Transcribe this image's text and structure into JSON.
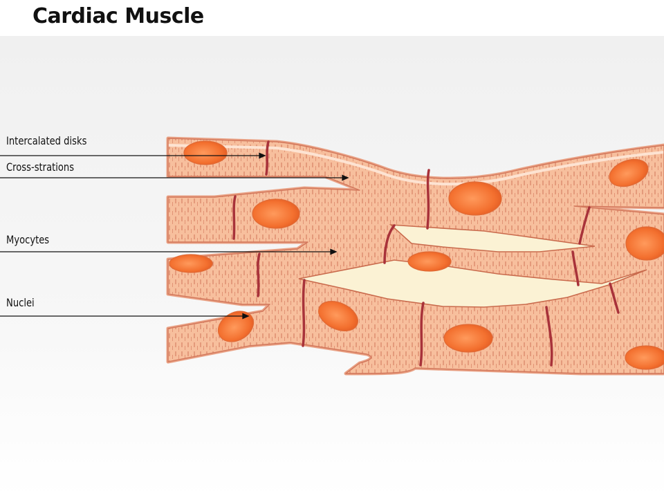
{
  "title": "Cardiac Muscle",
  "labels": {
    "intercalated_disks": "Intercalated  disks",
    "cross_strations": "Cross-strations",
    "myocytes": "Myocytes",
    "nuclei": "Nuclei"
  },
  "colors": {
    "cell_fill": "#f7c19f",
    "cell_edge": "#d4785a",
    "nucleus": "#f36f2f",
    "disk": "#a8323a",
    "gap": "#fbf2d6",
    "striation": "#c0553f"
  }
}
